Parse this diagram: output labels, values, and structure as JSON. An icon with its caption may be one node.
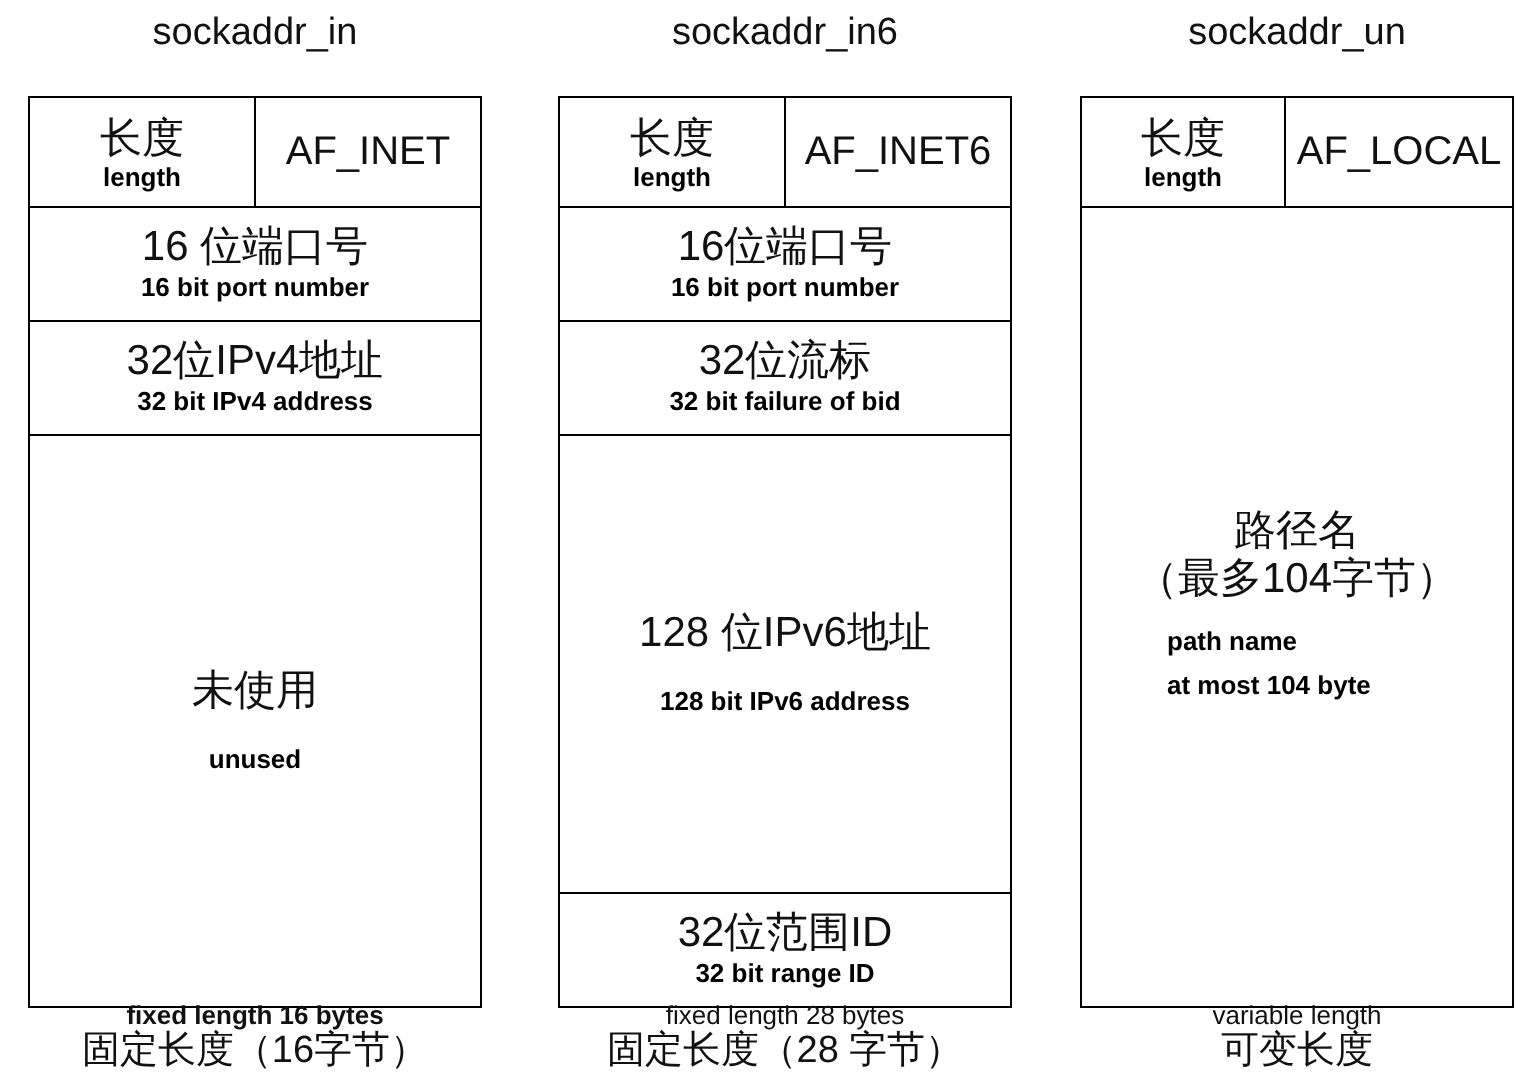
{
  "diagram": {
    "nodes": [
      {
        "text": [
          "sockaddr_in"
        ],
        "beside": [
          "fixed length 16 bytes",
          "固定长度（16字节）"
        ]
      },
      {
        "text": [
          "长度",
          "length"
        ],
        "in": 0
      },
      {
        "text": [
          "AF_INET"
        ],
        "in": 0
      },
      {
        "text": [
          "16 位端口号",
          "16 bit port number"
        ],
        "in": 0
      },
      {
        "text": [
          "32位IPv4地址",
          "32 bit IPv4 address"
        ],
        "in": 0
      },
      {
        "text": [
          "未使用",
          "unused"
        ],
        "in": 0
      },
      {
        "text": [
          "sockaddr_in6"
        ],
        "beside": [
          "fixed length 28 bytes",
          "固定长度（28 字节）"
        ]
      },
      {
        "text": [
          "长度",
          "length"
        ],
        "in": 6
      },
      {
        "text": [
          "AF_INET6"
        ],
        "in": 6
      },
      {
        "text": [
          "16位端口号",
          "16 bit port number"
        ],
        "in": 6
      },
      {
        "text": [
          "32位流标",
          "32 bit failure of bid"
        ],
        "in": 6
      },
      {
        "text": [
          "128 位IPv6地址",
          "128 bit IPv6 address"
        ],
        "in": 6
      },
      {
        "text": [
          "32位范围ID",
          "32 bit range ID"
        ],
        "in": 6
      },
      {
        "text": [
          "sockaddr_un"
        ],
        "beside": [
          "variable length",
          "可变长度"
        ]
      },
      {
        "text": [
          "长度",
          "length"
        ],
        "in": 13
      },
      {
        "text": [
          "AF_LOCAL"
        ],
        "in": 13
      },
      {
        "text": [
          "路径名",
          "（最多104字节）",
          "path name",
          "at most 104 byte"
        ],
        "in": 13
      }
    ]
  }
}
